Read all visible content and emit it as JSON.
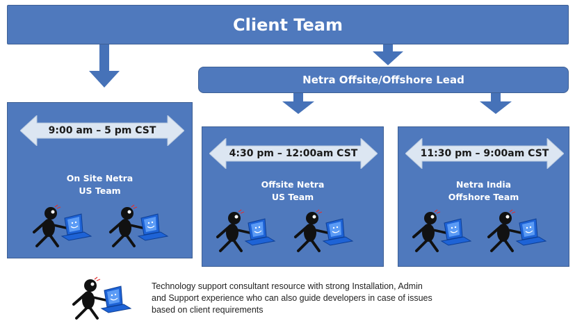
{
  "client_team": {
    "title": "Client Team"
  },
  "offshore_lead": {
    "title": "Netra Offsite/Offshore Lead"
  },
  "teams": [
    {
      "time": "9:00 am – 5 pm CST",
      "line1": "On Site Netra",
      "line2": "US Team"
    },
    {
      "time": "4:30 pm – 12:00am CST",
      "line1": "Offsite Netra",
      "line2": "US Team"
    },
    {
      "time": "11:30 pm – 9:00am CST",
      "line1": "Netra India",
      "line2": "Offshore Team"
    }
  ],
  "legend": {
    "line1": "Technology support consultant resource with strong Installation,  Admin",
    "line2": "and Support experience who can also guide developers in case of issues",
    "line3": "based on client requirements"
  },
  "colors": {
    "box_blue": "#4f79bd",
    "arrow_blue": "#4672b8",
    "time_arrow": "#dce6f2",
    "figure": "#111111",
    "laptop": "#1e63d6"
  },
  "icons": [
    "consultant-with-laptop-icon"
  ]
}
